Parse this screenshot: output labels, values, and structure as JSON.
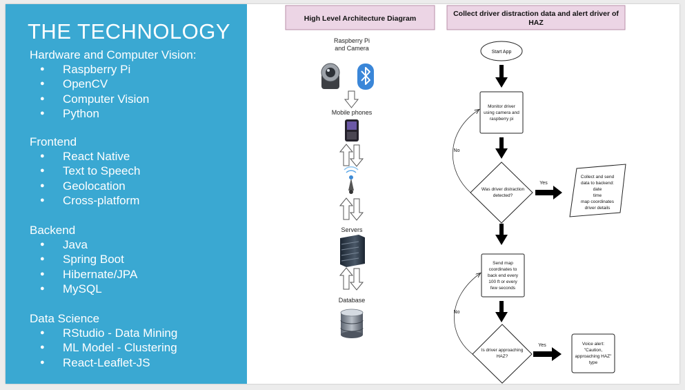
{
  "left_panel": {
    "title": "THE TECHNOLOGY",
    "sections": [
      {
        "title": "Hardware and Computer Vision:",
        "items": [
          "Raspberry Pi",
          "OpenCV",
          "Computer Vision",
          "Python"
        ]
      },
      {
        "title": "Frontend",
        "items": [
          "React Native",
          "Text to Speech",
          "Geolocation",
          "Cross-platform"
        ]
      },
      {
        "title": "Backend",
        "items": [
          "Java",
          "Spring Boot",
          "Hibernate/JPA",
          "MySQL"
        ]
      },
      {
        "title": "Data Science",
        "items": [
          "RStudio - Data Mining",
          "ML Model - Clustering",
          "React-Leaflet-JS"
        ]
      }
    ]
  },
  "architecture": {
    "header": "High Level Architecture Diagram",
    "label_pi": [
      "Raspberry Pi",
      "and Camera"
    ],
    "label_mobile": "Mobile phones",
    "label_servers": "Servers",
    "label_database": "Database",
    "icons": [
      "webcam-icon",
      "bluetooth-icon",
      "smartphone-icon",
      "wireless-tower-icon",
      "server-rack-icon",
      "database-icon"
    ]
  },
  "flowchart": {
    "header": [
      "Collect driver distraction data and alert driver of",
      "HAZ"
    ],
    "start": "Start App",
    "monitor": [
      "Monitor driver",
      "using camera and",
      "raspberry pi"
    ],
    "decision1": [
      "Was driver distraction",
      "detected?"
    ],
    "collect": [
      "Collect and send",
      "data to backend:",
      "date",
      "time",
      "map coordinates",
      "driver details"
    ],
    "send_map": [
      "Send map",
      "coordinates to",
      "back end every",
      "100 ft or every",
      "few seconds"
    ],
    "decision2": [
      "Is driver approaching",
      "HAZ?"
    ],
    "voice": [
      "Voice alert:",
      "\"Caution,",
      "approaching HAZ\"",
      "type"
    ],
    "yes_label": "Yes",
    "no_label": "No"
  },
  "colors": {
    "panel_bg": "#3aa8d2",
    "header_bg": "#ecd5e5",
    "header_border": "#b88fa8"
  }
}
